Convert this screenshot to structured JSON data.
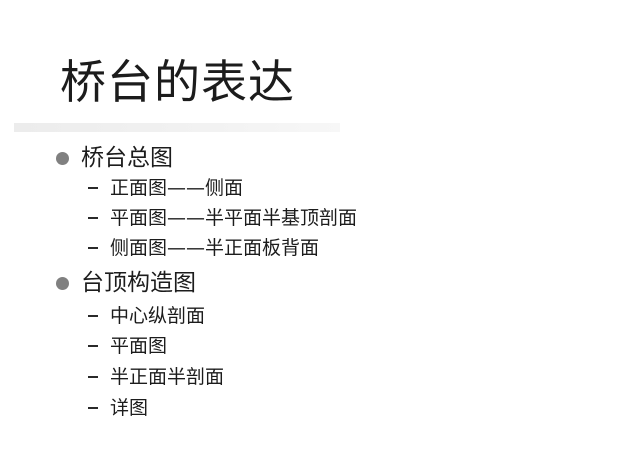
{
  "title": "桥台的表达",
  "outline": [
    {
      "label": "桥台总图",
      "children": [
        "正面图——侧面",
        "平面图——半平面半基顶剖面",
        "侧面图——半正面板背面"
      ]
    },
    {
      "label": "台顶构造图",
      "children": [
        "中心纵剖面",
        "平面图",
        "半正面半剖面",
        "详图"
      ]
    }
  ]
}
